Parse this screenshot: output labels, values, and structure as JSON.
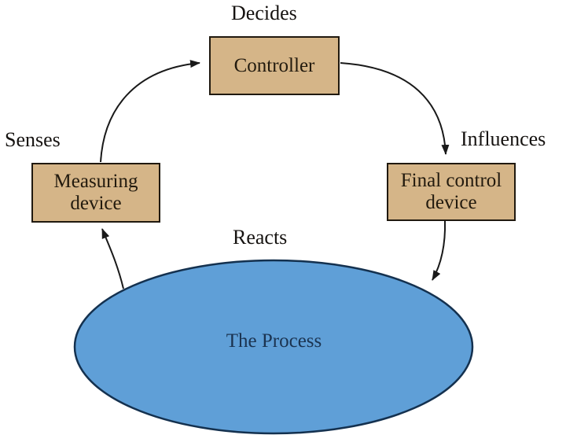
{
  "diagram": {
    "labels": {
      "decides": "Decides",
      "senses": "Senses",
      "influences": "Influences",
      "reacts": "Reacts"
    },
    "nodes": {
      "controller": "Controller",
      "measuring_device": "Measuring device",
      "final_control_device": "Final control device",
      "process": "The Process"
    },
    "colors": {
      "box_fill": "#d5b588",
      "box_border": "#20190f",
      "ellipse_fill": "#5f9fd7",
      "ellipse_border": "#14314f",
      "arrow": "#191919"
    }
  }
}
